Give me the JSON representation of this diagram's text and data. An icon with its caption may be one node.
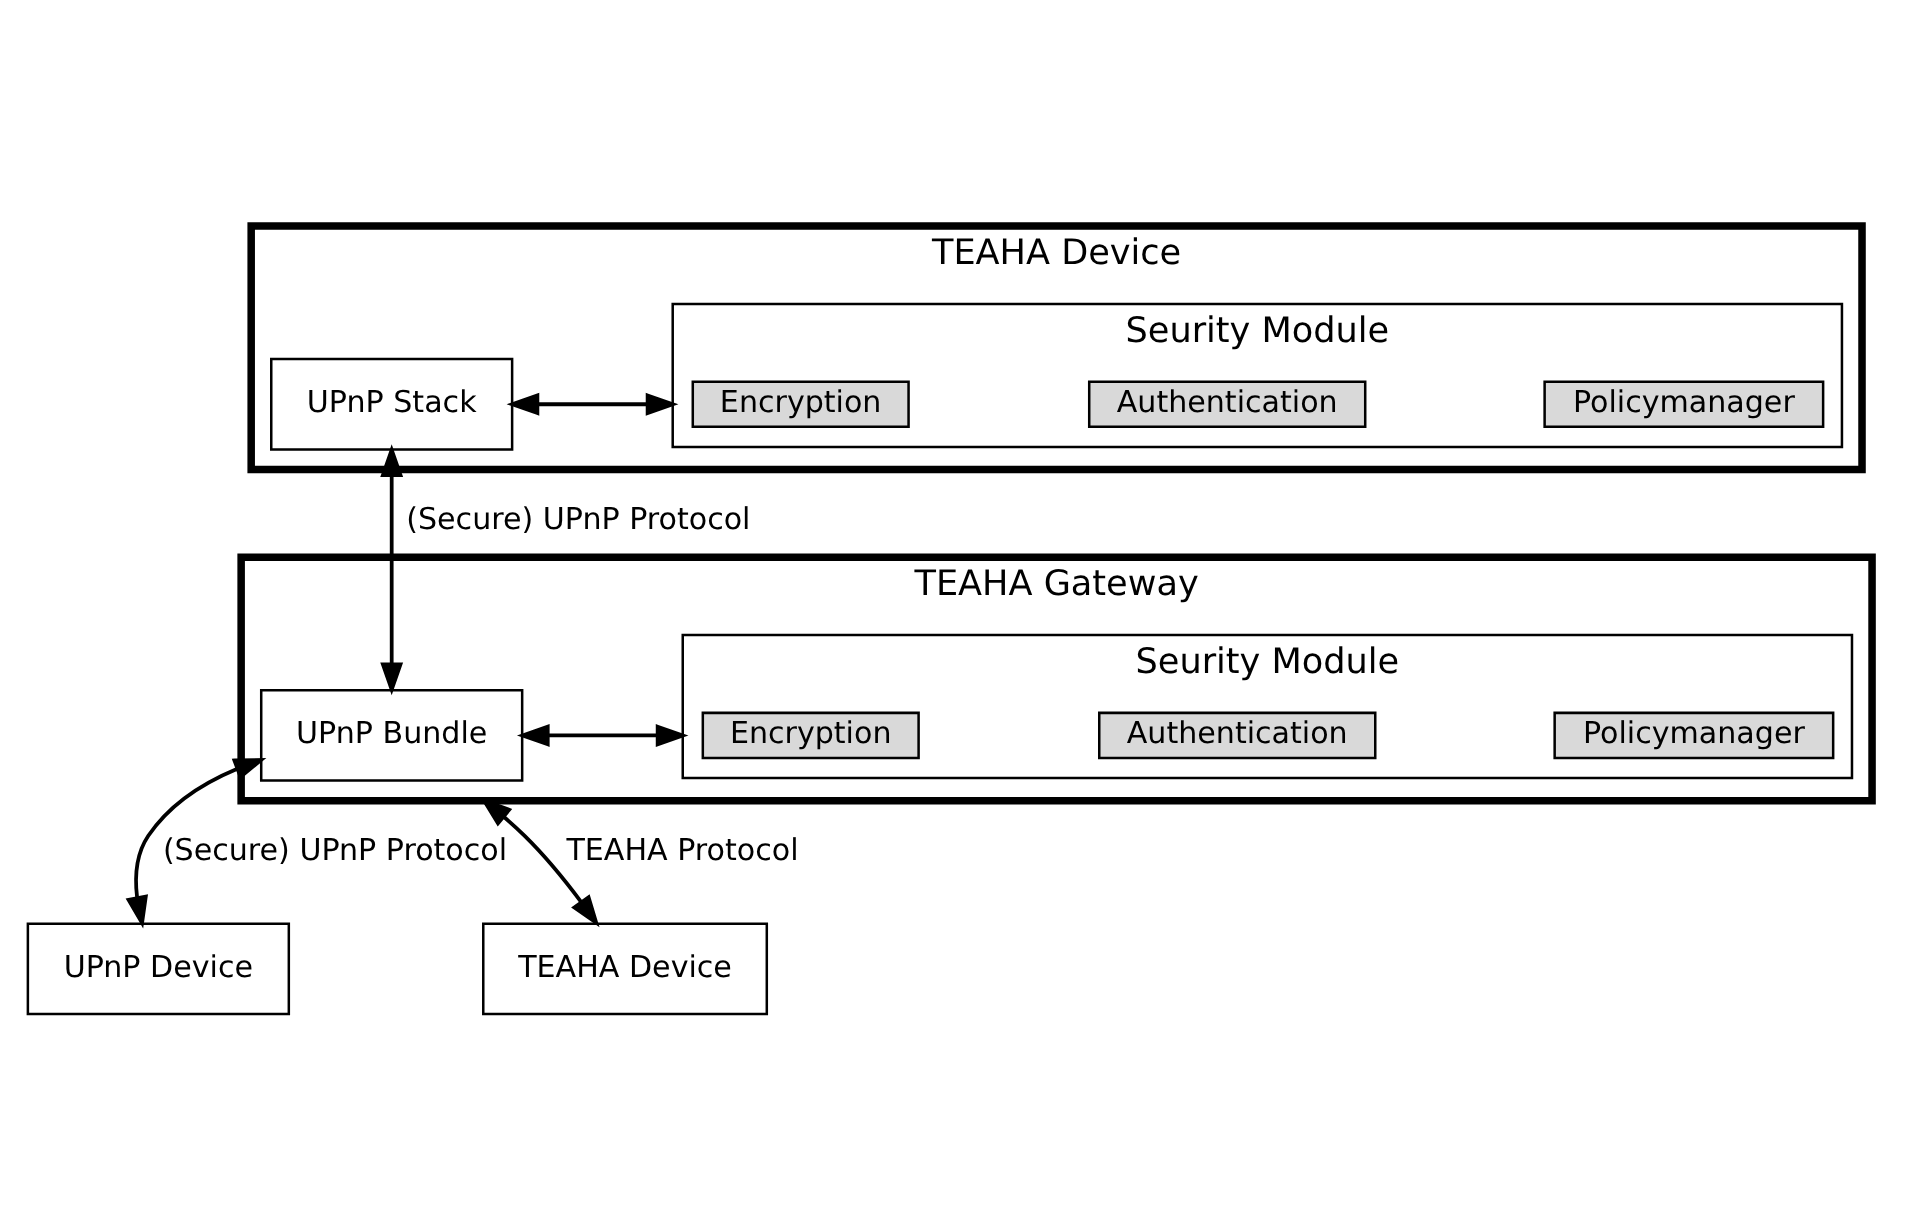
{
  "diagram": {
    "nodes": [
      {
        "text": [
          "TEAHA Device"
        ]
      },
      {
        "text": [
          "UPnP Stack"
        ],
        "in": 0
      },
      {
        "text": [
          "Seurity Module"
        ],
        "in": 0
      },
      {
        "text": [
          "Encryption"
        ],
        "in": 2
      },
      {
        "text": [
          "Authentication"
        ],
        "in": 2
      },
      {
        "text": [
          "Policymanager"
        ],
        "in": 2
      },
      {
        "text": [
          "TEAHA Gateway"
        ]
      },
      {
        "text": [
          "UPnP Bundle"
        ],
        "in": 6
      },
      {
        "text": [
          "Seurity Module"
        ],
        "in": 6
      },
      {
        "text": [
          "Encryption"
        ],
        "in": 8
      },
      {
        "text": [
          "Authentication"
        ],
        "in": 8
      },
      {
        "text": [
          "Policymanager"
        ],
        "in": 8
      },
      {
        "text": [
          "UPnP Device"
        ]
      },
      {
        "text": [
          "TEAHA Device"
        ]
      }
    ],
    "edges": [
      {
        "from": 1,
        "to": 2,
        "arrow": "both"
      },
      {
        "from": 1,
        "to": 7,
        "arrow": "both",
        "label": "(Secure) UPnP Protocol"
      },
      {
        "from": 7,
        "to": 8,
        "arrow": "both"
      },
      {
        "from": 7,
        "to": 12,
        "arrow": "both",
        "label": "(Secure) UPnP Protocol"
      },
      {
        "from": 6,
        "to": 13,
        "arrow": "both",
        "label": "TEAHA Protocol"
      }
    ]
  }
}
